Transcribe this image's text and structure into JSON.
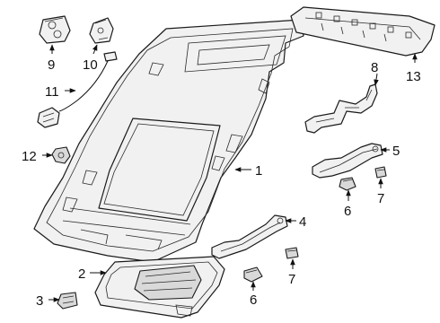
{
  "diagram": {
    "callouts": {
      "c1": "1",
      "c2": "2",
      "c3": "3",
      "c4": "4",
      "c5": "5",
      "c6a": "6",
      "c6b": "6",
      "c7a": "7",
      "c7b": "7",
      "c8": "8",
      "c9": "9",
      "c10": "10",
      "c11": "11",
      "c12": "12",
      "c13": "13"
    }
  }
}
